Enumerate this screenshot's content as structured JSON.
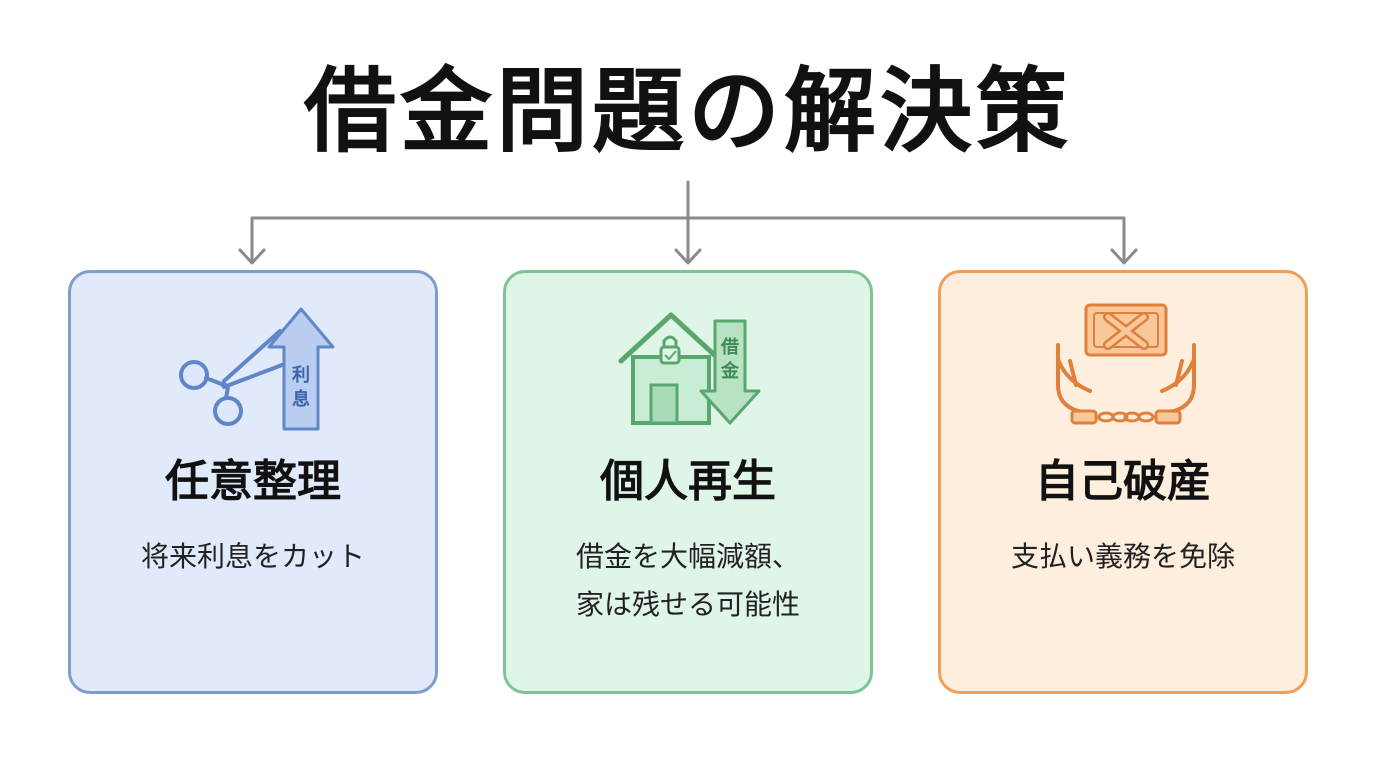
{
  "title": "借金問題の解決策",
  "cards": [
    {
      "name": "任意整理",
      "description": "将来利息をカット",
      "icon": "scissors-cutting-interest-arrow-icon",
      "icon_label": "利\n息",
      "bg_color": "#e1eafb",
      "border_color": "#7d9dcf"
    },
    {
      "name": "個人再生",
      "description": "借金を大幅減額、\n家は残せる可能性",
      "icon": "house-with-debt-down-arrow-icon",
      "icon_label": "借\n金",
      "bg_color": "#dff5e7",
      "border_color": "#7cc593"
    },
    {
      "name": "自己破産",
      "description": "支払い義務を免除",
      "icon": "hands-freed-from-money-chains-icon",
      "bg_color": "#fdeede",
      "border_color": "#ef9f58"
    }
  ],
  "colors": {
    "connector": "#8a8a8a",
    "title": "#111111"
  }
}
